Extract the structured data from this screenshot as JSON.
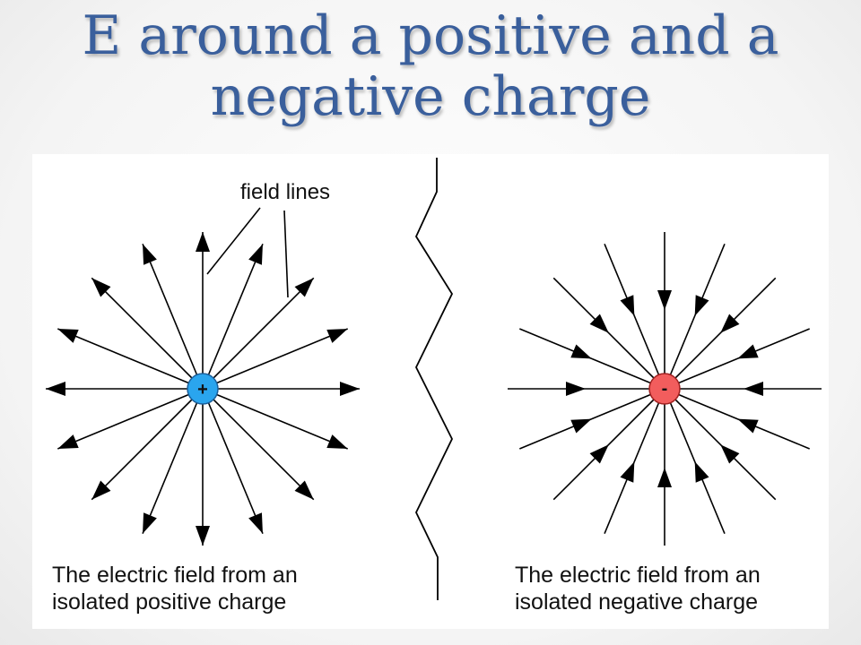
{
  "title": {
    "line1": "E around a positive and a",
    "line2": "negative charge"
  },
  "diagram": {
    "label_field_lines": "field lines",
    "positive_charge": {
      "symbol": "+",
      "fill_color": "#2aa5ee",
      "caption_line1": "The electric field from an",
      "caption_line2": "isolated positive charge",
      "arrow_direction": "outward"
    },
    "negative_charge": {
      "symbol": "-",
      "fill_color": "#f25d5d",
      "caption_line1": "The electric field from an",
      "caption_line2": "isolated negative charge",
      "arrow_direction": "inward"
    },
    "line_count_per_charge": 16,
    "title_color": "#3a5f9c"
  }
}
